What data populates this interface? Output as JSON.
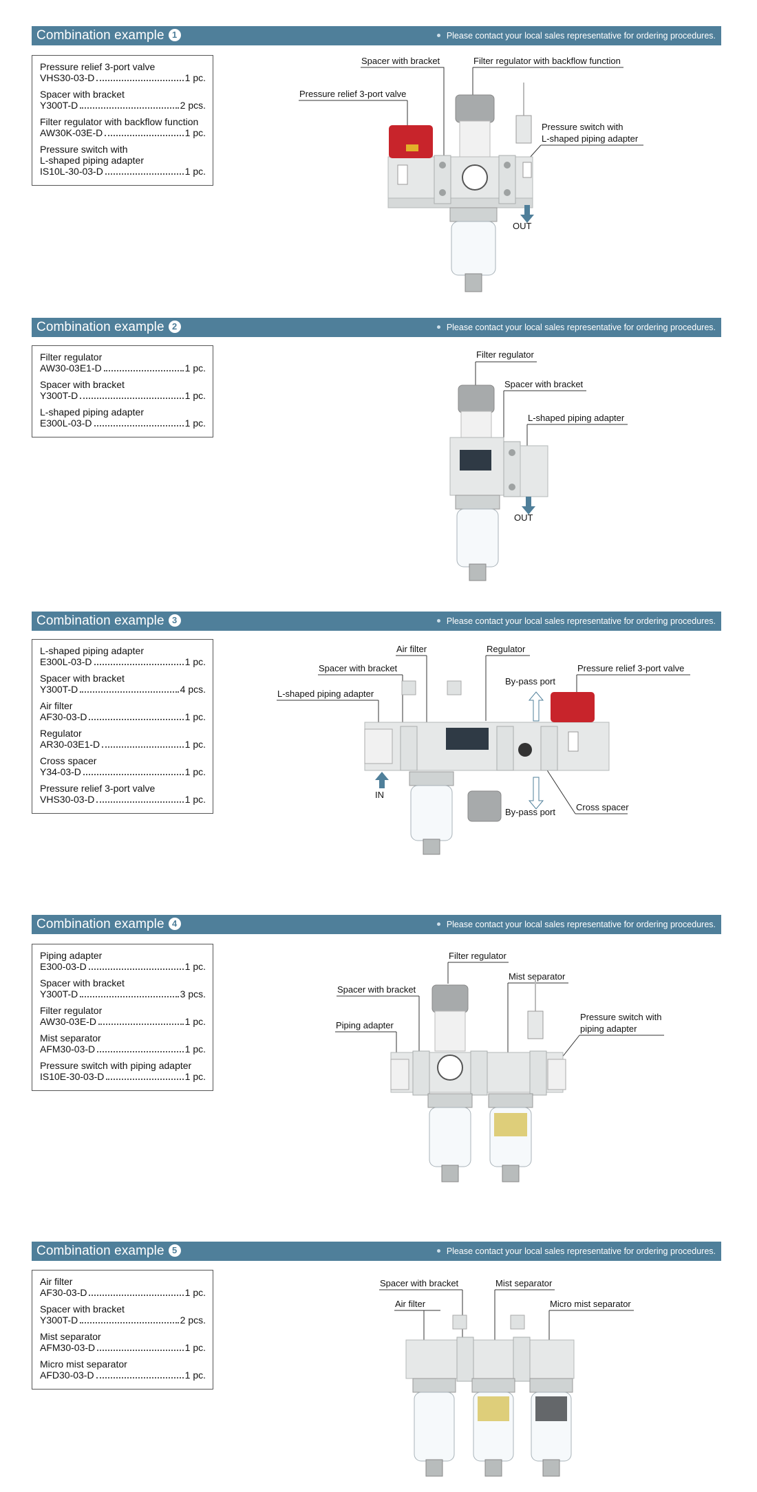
{
  "note": "Please contact your local sales representative for ordering procedures.",
  "heading": "Combination example",
  "examples": [
    {
      "number": "1",
      "parts": [
        {
          "name": "Pressure relief 3-port valve",
          "code": "VHS30-03-D",
          "qty": "1 pc."
        },
        {
          "name": "Spacer with bracket",
          "code": "Y300T-D",
          "qty": "2 pcs."
        },
        {
          "name": "Filter regulator with backflow function",
          "code": "AW30K-03E-D",
          "qty": "1 pc."
        },
        {
          "name": "Pressure switch with\nL-shaped piping adapter",
          "code": "IS10L-30-03-D",
          "qty": "1 pc."
        }
      ],
      "labels": [
        "Spacer with bracket",
        "Filter regulator with backflow function",
        "Pressure relief 3-port valve",
        "Pressure switch with",
        "L-shaped piping adapter",
        "OUT"
      ]
    },
    {
      "number": "2",
      "parts": [
        {
          "name": "Filter regulator",
          "code": "AW30-03E1-D",
          "qty": "1 pc."
        },
        {
          "name": "Spacer with bracket",
          "code": "Y300T-D",
          "qty": "1 pc."
        },
        {
          "name": "L-shaped piping adapter",
          "code": "E300L-03-D",
          "qty": "1 pc."
        }
      ],
      "labels": [
        "Filter regulator",
        "Spacer with bracket",
        "L-shaped piping adapter",
        "OUT"
      ]
    },
    {
      "number": "3",
      "parts": [
        {
          "name": "L-shaped piping adapter",
          "code": "E300L-03-D",
          "qty": "1 pc."
        },
        {
          "name": "Spacer with bracket",
          "code": "Y300T-D",
          "qty": "4 pcs."
        },
        {
          "name": "Air filter",
          "code": "AF30-03-D",
          "qty": "1 pc."
        },
        {
          "name": "Regulator",
          "code": "AR30-03E1-D",
          "qty": "1 pc."
        },
        {
          "name": "Cross spacer",
          "code": "Y34-03-D",
          "qty": "1 pc."
        },
        {
          "name": "Pressure relief 3-port valve",
          "code": "VHS30-03-D",
          "qty": "1 pc."
        }
      ],
      "labels": [
        "Air filter",
        "Regulator",
        "Spacer with bracket",
        "Pressure relief 3-port valve",
        "By-pass port",
        "L-shaped piping adapter",
        "IN",
        "By-pass port",
        "Cross spacer"
      ]
    },
    {
      "number": "4",
      "parts": [
        {
          "name": "Piping adapter",
          "code": "E300-03-D",
          "qty": "1 pc."
        },
        {
          "name": "Spacer with bracket",
          "code": "Y300T-D",
          "qty": "3 pcs."
        },
        {
          "name": "Filter regulator",
          "code": "AW30-03E-D",
          "qty": "1 pc."
        },
        {
          "name": "Mist separator",
          "code": "AFM30-03-D",
          "qty": "1 pc."
        },
        {
          "name": "Pressure switch with piping adapter",
          "code": "IS10E-30-03-D",
          "qty": "1 pc."
        }
      ],
      "labels": [
        "Filter regulator",
        "Mist separator",
        "Spacer with bracket",
        "Pressure switch with",
        "piping adapter",
        "Piping adapter"
      ]
    },
    {
      "number": "5",
      "parts": [
        {
          "name": "Air filter",
          "code": "AF30-03-D",
          "qty": "1 pc."
        },
        {
          "name": "Spacer with bracket",
          "code": "Y300T-D",
          "qty": "2 pcs."
        },
        {
          "name": "Mist separator",
          "code": "AFM30-03-D",
          "qty": "1 pc."
        },
        {
          "name": "Micro mist separator",
          "code": "AFD30-03-D",
          "qty": "1 pc."
        }
      ],
      "labels": [
        "Spacer with bracket",
        "Mist separator",
        "Air filter",
        "Micro mist separator"
      ]
    }
  ]
}
